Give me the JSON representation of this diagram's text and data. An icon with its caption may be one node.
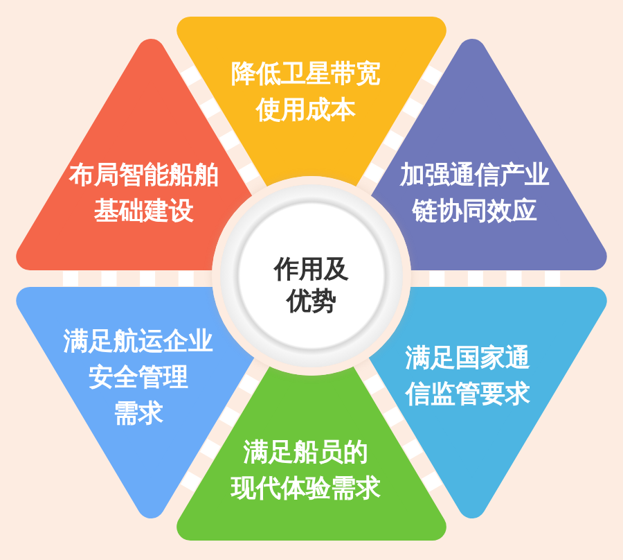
{
  "diagram": {
    "nodes": [
      {
        "text": [
          "降低卫星带宽使用成本"
        ]
      },
      {
        "text": [
          "布局智能船舶基础建设"
        ]
      },
      {
        "text": [
          "加强通信产业链协同效应"
        ]
      },
      {
        "text": [
          "作用及优势"
        ]
      },
      {
        "text": [
          "满足航运企业安全管理需求"
        ]
      },
      {
        "text": [
          "满足国家通信监管要求"
        ]
      },
      {
        "text": [
          "满足船员的现代体验需求"
        ]
      }
    ]
  }
}
